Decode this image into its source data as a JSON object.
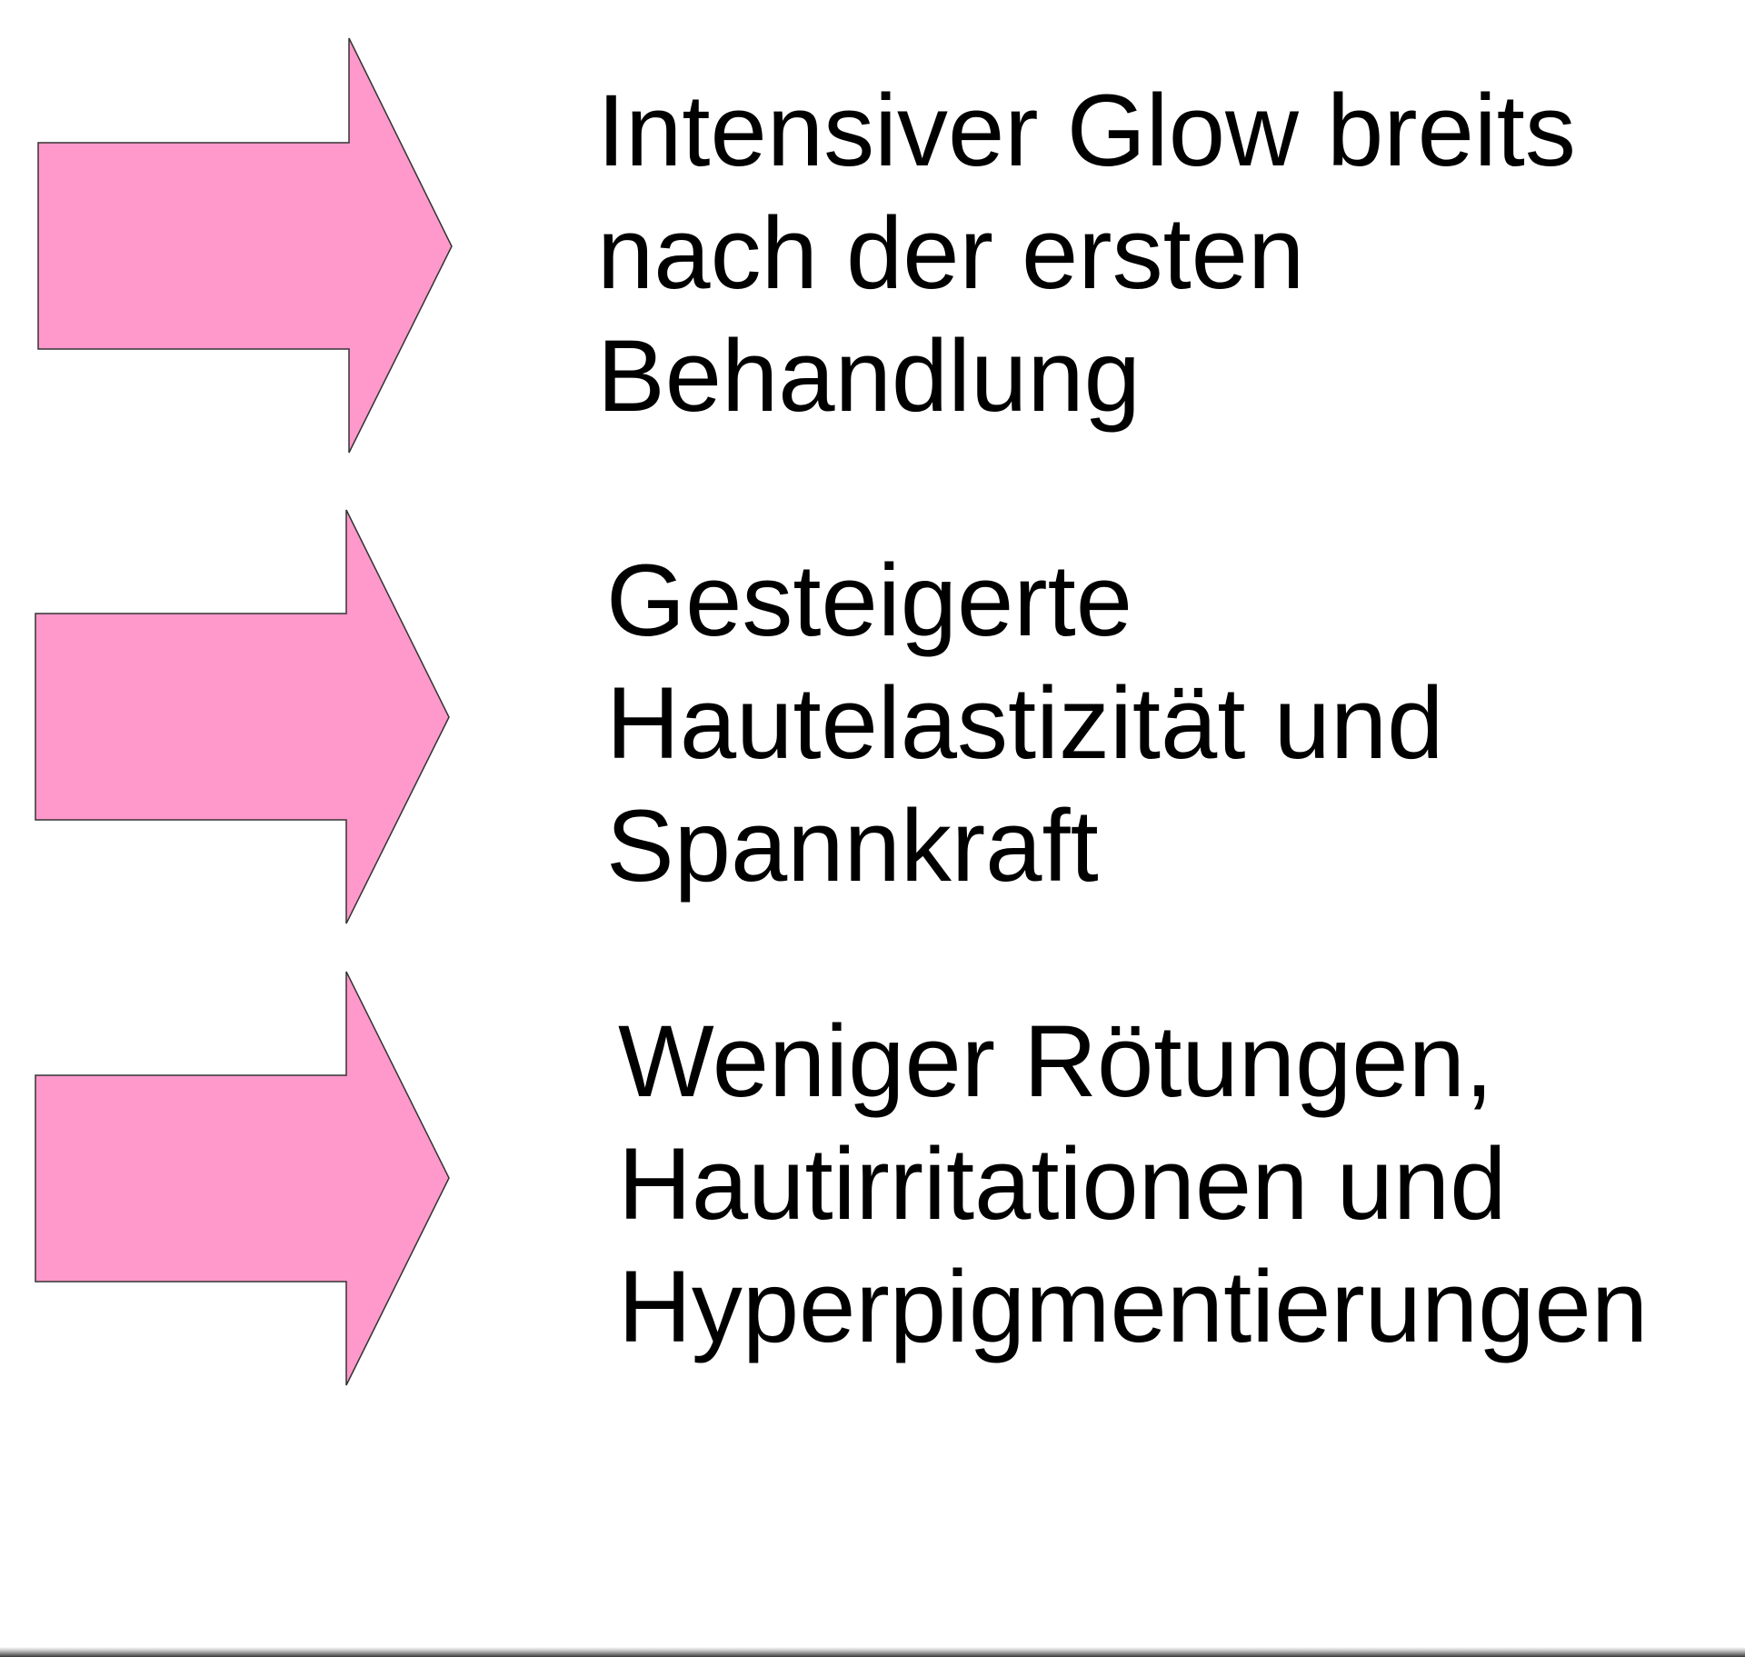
{
  "colors": {
    "arrow_fill": "#ff99cc",
    "arrow_stroke": "#333333",
    "text": "#000000",
    "background": "#ffffff"
  },
  "items": [
    {
      "icon": "right-arrow-icon",
      "lines": [
        "Intensiver Glow breits",
        "nach der ersten",
        "Behandlung"
      ]
    },
    {
      "icon": "right-arrow-icon",
      "lines": [
        "Gesteigerte",
        "Hautelastizität und",
        "Spannkraft"
      ]
    },
    {
      "icon": "right-arrow-icon",
      "lines": [
        "Weniger Rötungen,",
        "Hautirritationen und",
        "Hyperpigmentierungen"
      ]
    }
  ]
}
